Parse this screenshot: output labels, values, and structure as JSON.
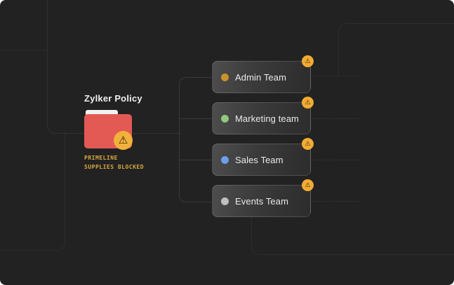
{
  "window": {
    "bg_color": "#222222"
  },
  "root_node": {
    "title": "Zylker Policy",
    "caption": [
      "PRIMELINE",
      "SUPPLIES BLOCKED"
    ],
    "caption_color": "#d9a83f",
    "folder_color": "#e35954",
    "folder_tab_color": "#f2f2f2",
    "warning_badge": {
      "glyph": "⚠",
      "bg": "#f2b13c",
      "fg": "#2f2303"
    }
  },
  "teams": [
    {
      "label": "Admin Team",
      "dot_color": "#c9922c"
    },
    {
      "label": "Marketing team",
      "dot_color": "#90c97f"
    },
    {
      "label": "Sales Team",
      "dot_color": "#6f9ee8"
    },
    {
      "label": "Events Team",
      "dot_color": "#c0c0c0"
    }
  ],
  "team_warning_badge": {
    "glyph": "⚠",
    "bg": "#f2ab33",
    "fg": "#332200"
  }
}
